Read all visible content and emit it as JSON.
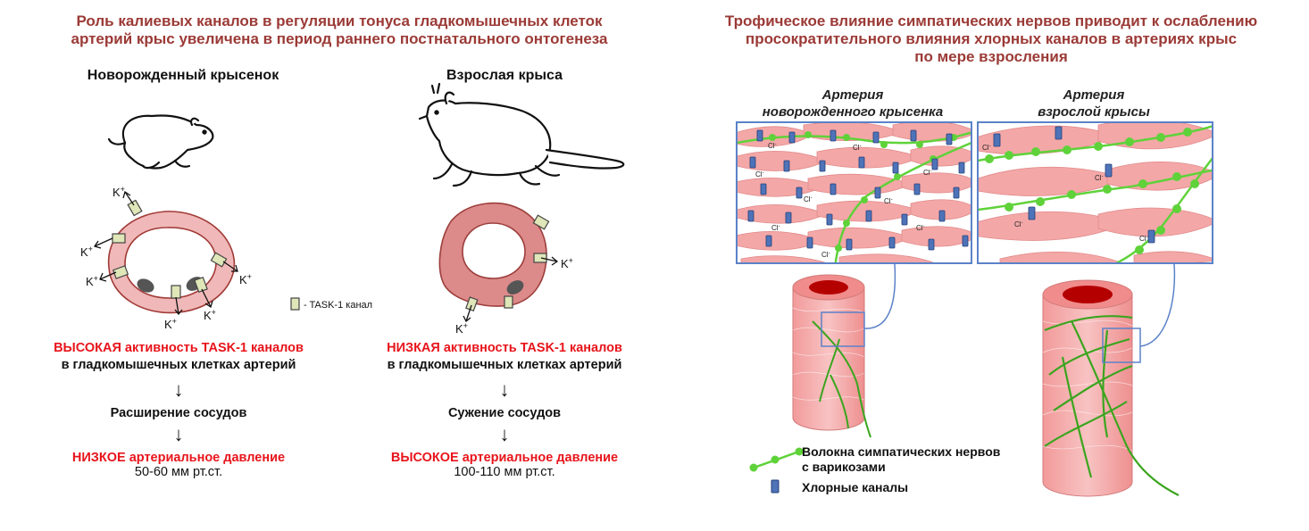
{
  "left": {
    "title": [
      "Роль калиевых каналов в регуляции  тонуса гладкомышечных клеток",
      "артерий крыс увеличена в период раннего постнатального онтогенеза"
    ],
    "newborn": {
      "label": "Новорожденный крысенок",
      "activity_red": "ВЫСОКАЯ",
      "activity_rest": " активность  TASK-1 каналов",
      "cells": "в гладкомышечных клетках артерий",
      "arrow": "↓",
      "effect": "Расширение  сосудов",
      "pressure_red": "НИЗКОЕ  артериальное  давление",
      "pressure_value": "50-60  мм рт.ст."
    },
    "adult": {
      "label": "Взрослая крыса",
      "activity_red": "НИЗКАЯ",
      "activity_rest": " активность  TASK-1 каналов",
      "cells": "в гладкомышечных клетках артерий",
      "arrow": "↓",
      "effect": "Сужение  сосудов",
      "pressure_red": "ВЫСОКОЕ  артериальное  давление",
      "pressure_value": "100-110  мм рт.ст."
    },
    "k_ion": "K",
    "k_charge": "+",
    "task_legend": "- TASK-1 канал"
  },
  "right": {
    "title": [
      "Трофическое влияние симпатических нервов приводит к ослаблению",
      "просократительного влияния хлорных каналов в артериях крыс",
      "по мере взросления"
    ],
    "newborn_artery": [
      "Артерия",
      "новорожденного  крысенка"
    ],
    "adult_artery": [
      "Артерия",
      "взрослой  крысы"
    ],
    "cl_ion": "Cl",
    "cl_charge": "-",
    "legend_nerves": [
      "Волокна  симпатических нервов",
      "с варикозами"
    ],
    "legend_channels": "Хлорные каналы"
  },
  "colors": {
    "title_red": "#9b3a36",
    "emphasis_red": "#e8141b",
    "tissue_pink": "#f4a7a7",
    "lumen_red": "#b50000",
    "nerve_green": "#5fd23a",
    "channel_blue": "#4f73b8",
    "task_channel": "#dfe6b8"
  }
}
